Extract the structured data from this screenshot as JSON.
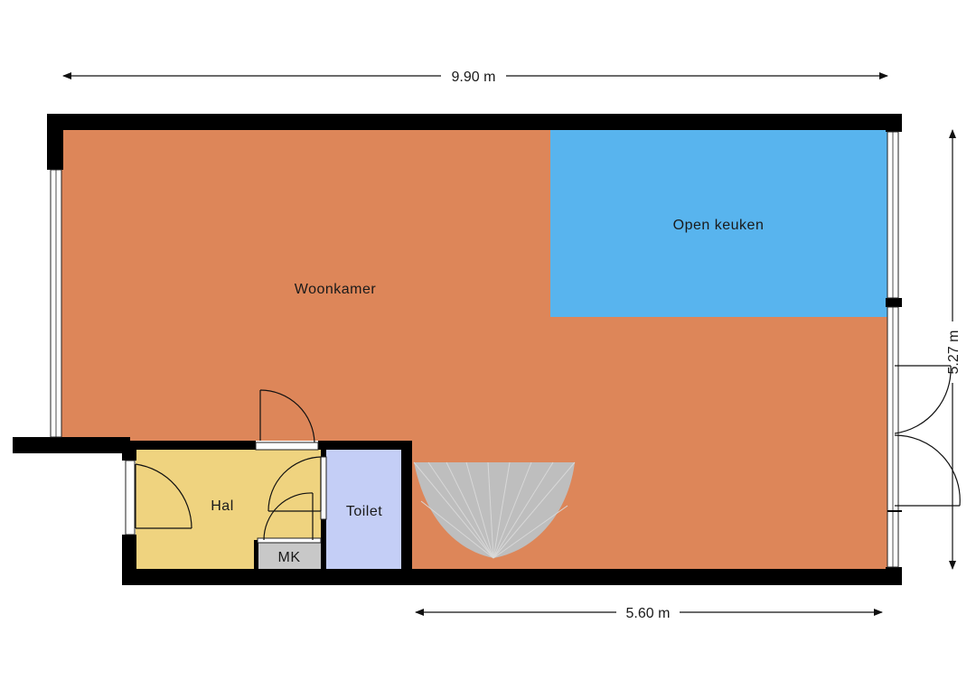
{
  "rooms": {
    "woonkamer": "Woonkamer",
    "open_keuken": "Open keuken",
    "hal": "Hal",
    "toilet": "Toilet",
    "mk": "MK"
  },
  "dimensions": {
    "top": "9.90 m",
    "right": "5.27 m",
    "bottom": "5.60 m"
  },
  "colors": {
    "woonkamer": "#DD8659",
    "open_keuken": "#58B4EE",
    "hal": "#EFD37F",
    "toilet": "#C4CEF6",
    "mk": "#C8C8C8",
    "stairs": "#BEBEBE",
    "wall": "#000000"
  }
}
